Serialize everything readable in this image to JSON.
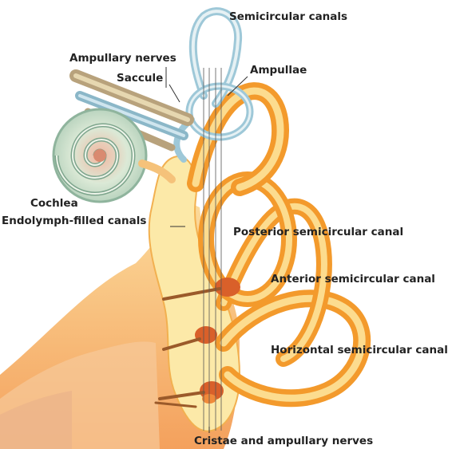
{
  "labels": {
    "semicircular_canals": "Semicircular canals",
    "ampullary_nerves": "Ampullary nerves",
    "saccule": "Saccule",
    "ampullae": "Ampullae",
    "cochlea": "Cochlea",
    "endolymph_canals": "Endolymph-filled canals",
    "posterior_canal": "Posterior semicircular canal",
    "anterior_canal": "Anterior semicircular canal",
    "horizontal_canal": "Horizontal semicircular canal",
    "cristae": "Cristae and ampullary nerves"
  },
  "colors": {
    "bone_light": "#fce9a8",
    "canal_orange": "#f7a93a",
    "canal_highlight": "#fde7a0",
    "tissue_orange": "#f08a3a",
    "crista_dark": "#d9602a",
    "cochlea_green": "#cfe2cf",
    "nerve_blue": "#9ec8d8",
    "label_text": "#222222"
  }
}
